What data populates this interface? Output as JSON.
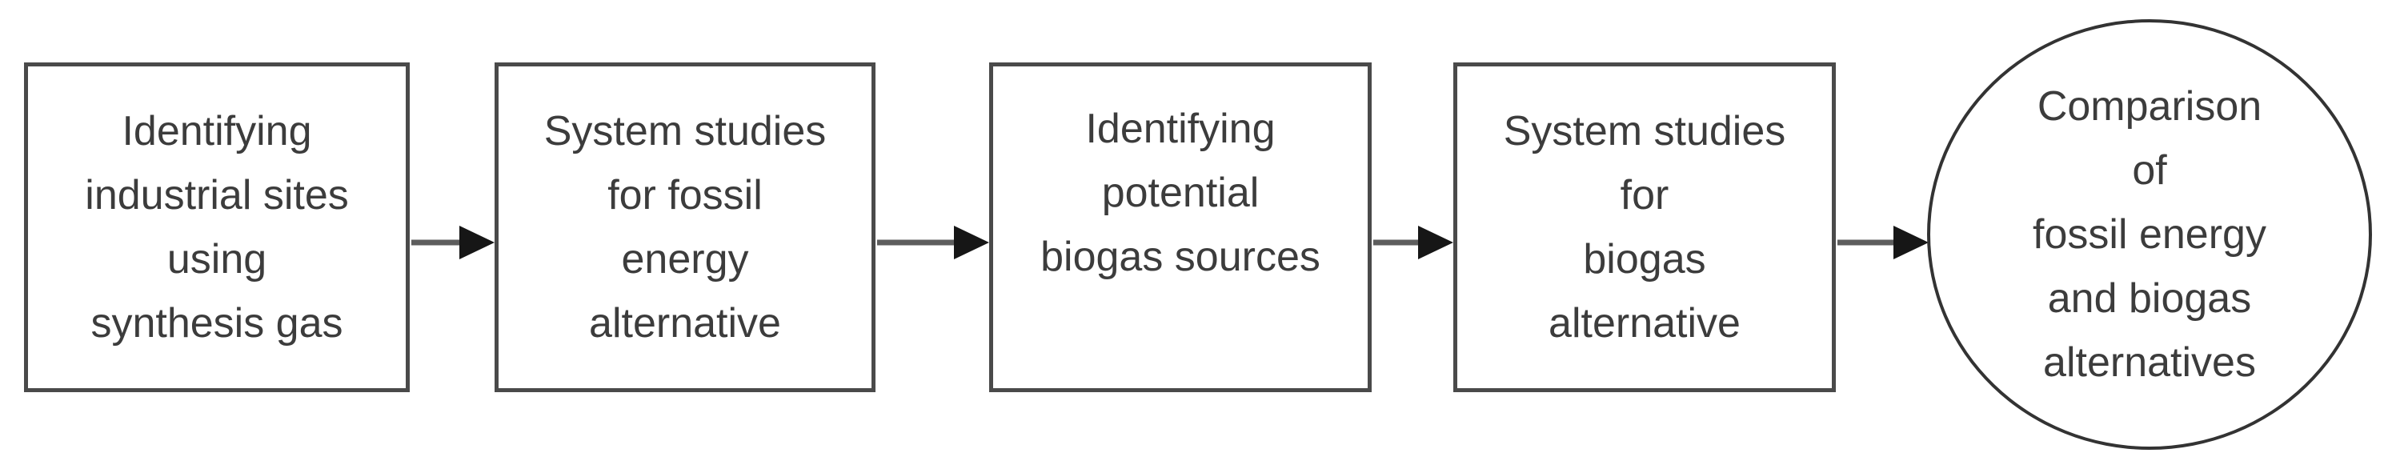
{
  "diagram": {
    "type": "flowchart",
    "direction": "left-to-right",
    "nodes": [
      {
        "id": "step-1",
        "shape": "rectangle",
        "lines": [
          "Identifying",
          "industrial sites",
          "using",
          "synthesis gas"
        ]
      },
      {
        "id": "step-2",
        "shape": "rectangle",
        "lines": [
          "System studies",
          "for fossil",
          "energy",
          "alternative"
        ]
      },
      {
        "id": "step-3",
        "shape": "rectangle",
        "lines": [
          "Identifying",
          "potential",
          "biogas sources"
        ]
      },
      {
        "id": "step-4",
        "shape": "rectangle",
        "lines": [
          "System studies",
          "for",
          "biogas",
          "alternative"
        ]
      },
      {
        "id": "result",
        "shape": "ellipse",
        "lines": [
          "Comparison",
          "of",
          "fossil energy",
          "and biogas",
          "alternatives"
        ]
      }
    ],
    "connectors": [
      {
        "from": "step-1",
        "to": "step-2",
        "type": "arrow-right"
      },
      {
        "from": "step-2",
        "to": "step-3",
        "type": "arrow-right"
      },
      {
        "from": "step-3",
        "to": "step-4",
        "type": "arrow-right"
      },
      {
        "from": "step-4",
        "to": "result",
        "type": "arrow-right"
      }
    ],
    "colors": {
      "background": "#ffffff",
      "box_border": "#4a4a4a",
      "ellipse_border": "#333333",
      "text": "#3c3c3c",
      "arrow_shaft": "#5d5d5d",
      "arrow_head": "#161616"
    }
  }
}
